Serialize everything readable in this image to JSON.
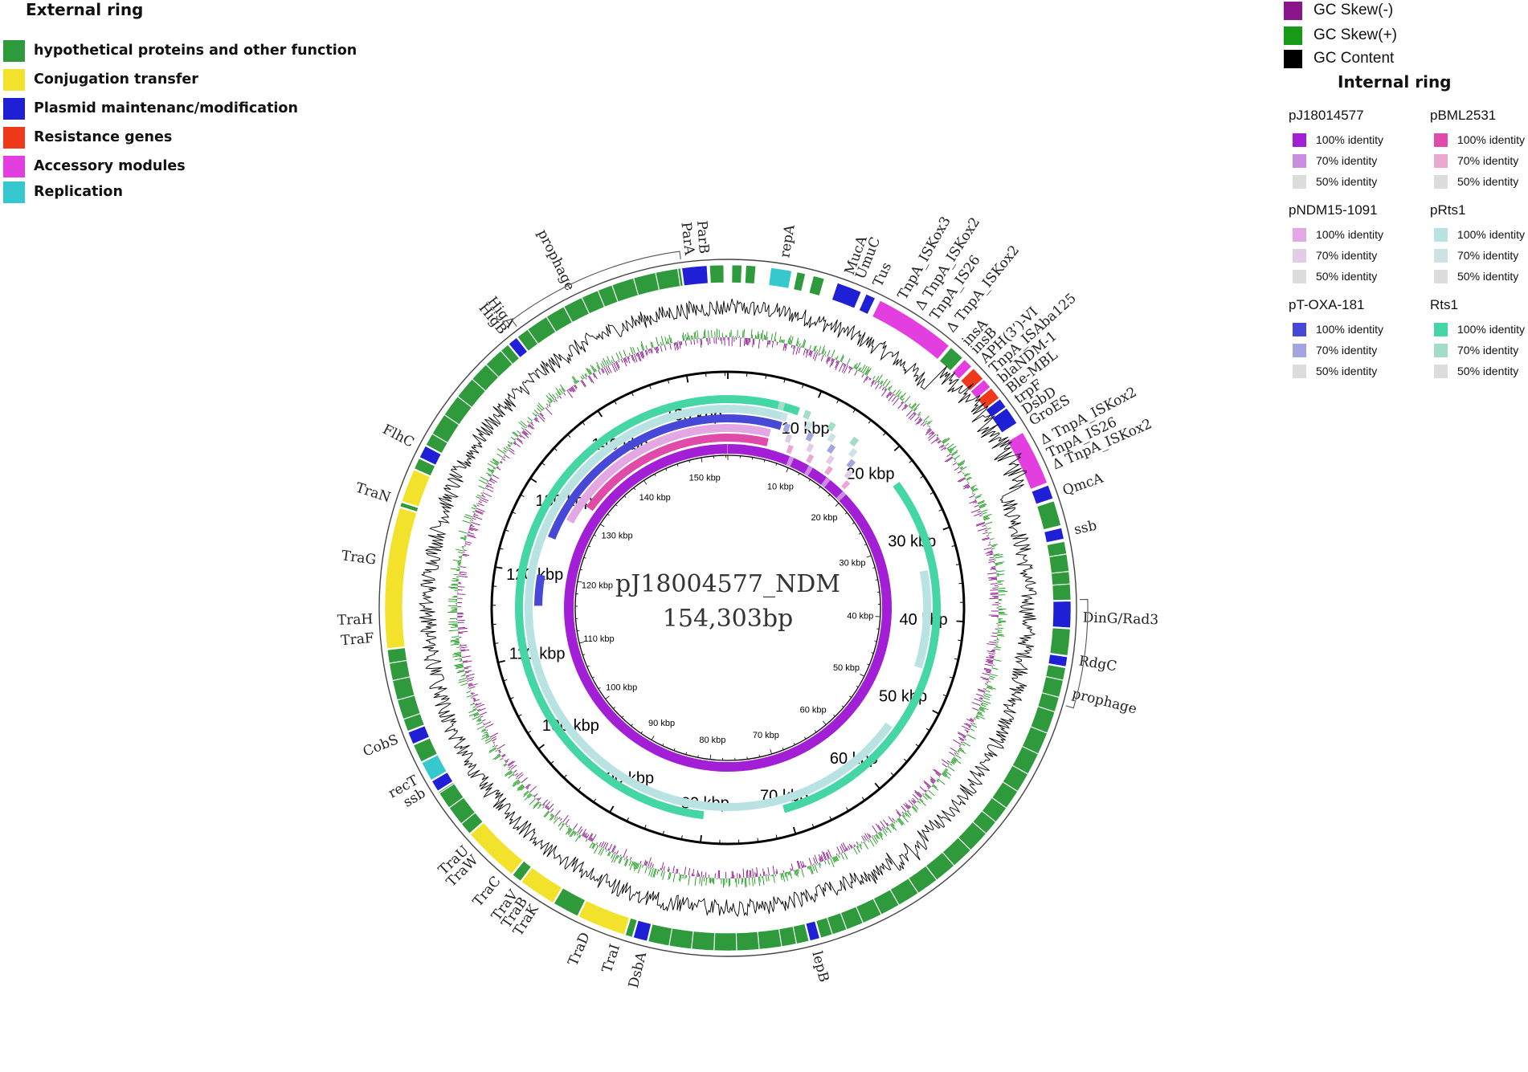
{
  "title": {
    "name": "pJ18004577_NDM",
    "length": "154,303bp"
  },
  "legend_external": {
    "header": "External ring",
    "items": [
      {
        "label": "hypothetical proteins and other function",
        "color": "#2e9a3c"
      },
      {
        "label": "Conjugation transfer",
        "color": "#f2e22c"
      },
      {
        "label": "Plasmid maintenanc/modification",
        "color": "#1f1fd6"
      },
      {
        "label": "Resistance genes",
        "color": "#ee3a1a"
      },
      {
        "label": "Accessory modules",
        "color": "#e33fe0"
      },
      {
        "label": "Replication",
        "color": "#35c8cd"
      }
    ]
  },
  "legend_gc": [
    {
      "label": "GC Skew(-)",
      "color": "#8b168b"
    },
    {
      "label": "GC Skew(+)",
      "color": "#179a17"
    },
    {
      "label": "GC Content",
      "color": "#000000"
    }
  ],
  "legend_internal": {
    "header": "Internal ring",
    "blocks": [
      {
        "name": "pJ18014577",
        "colors": [
          "#a21fd6",
          "#c98ee0",
          "#dcdcdc"
        ],
        "rows": [
          "100% identity",
          "70% identity",
          "50% identity"
        ]
      },
      {
        "name": "pBML2531",
        "colors": [
          "#e04aa8",
          "#e8a8cf",
          "#dcdcdc"
        ],
        "rows": [
          "100% identity",
          "70% identity",
          "50% identity"
        ]
      },
      {
        "name": "pNDM15-1091",
        "colors": [
          "#e3a8e3",
          "#e3cce6",
          "#dcdcdc"
        ],
        "rows": [
          "100% identity",
          "70% identity",
          "50% identity"
        ]
      },
      {
        "name": "pRts1",
        "colors": [
          "#b9e3e3",
          "#cde3e3",
          "#dcdcdc"
        ],
        "rows": [
          "100% identity",
          "70% identity",
          "50% identity"
        ]
      },
      {
        "name": "pT-OXA-181",
        "colors": [
          "#4848d8",
          "#a4a4e0",
          "#dcdcdc"
        ],
        "rows": [
          "100% identity",
          "70% identity",
          "50% identity"
        ]
      },
      {
        "name": "Rts1",
        "colors": [
          "#44d6a4",
          "#a4dcc8",
          "#dcdcdc"
        ],
        "rows": [
          "100% identity",
          "70% identity",
          "50% identity"
        ]
      }
    ]
  },
  "ruler_labels": [
    "10 kbp",
    "20 kbp",
    "30 kbp",
    "40 kbp",
    "50 kbp",
    "60 kbp",
    "70 kbp",
    "80 kbp",
    "90 kbp",
    "100 kbp",
    "110 kbp",
    "120 kbp",
    "130 kbp",
    "140 kbp",
    "150 kbp"
  ],
  "inner_ruler_labels": [
    "10 kbp",
    "20 kbp",
    "30 kbp",
    "40 kbp",
    "50 kbp",
    "60 kbp",
    "70 kbp",
    "80 kbp",
    "90 kbp",
    "100 kbp",
    "110 kbp",
    "120 kbp",
    "130 kbp",
    "140 kbp",
    "150 kbp"
  ],
  "gene_labels": [
    {
      "text": "repA",
      "kbp": 4.0
    },
    {
      "text": "MucA",
      "kbp": 8.6
    },
    {
      "text": "UmuC",
      "kbp": 9.4
    },
    {
      "text": "Tus",
      "kbp": 10.7
    },
    {
      "text": "TnpA_ISKox3",
      "kbp": 12.6
    },
    {
      "text": "Δ TnpA_ISKox2",
      "kbp": 14.0
    },
    {
      "text": "TnpA_IS26",
      "kbp": 15.2
    },
    {
      "text": "Δ TnpA_ISKox2",
      "kbp": 16.6
    },
    {
      "text": "insA",
      "kbp": 18.0
    },
    {
      "text": "insB",
      "kbp": 18.8
    },
    {
      "text": "APH(3’)-VI",
      "kbp": 19.7
    },
    {
      "text": "TnpA_ISAba125",
      "kbp": 20.6
    },
    {
      "text": "blaNDM-1",
      "kbp": 21.5
    },
    {
      "text": "Ble-MBL",
      "kbp": 22.4
    },
    {
      "text": "trpF",
      "kbp": 23.3
    },
    {
      "text": "DsbD",
      "kbp": 24.2
    },
    {
      "text": "GroES",
      "kbp": 25.1
    },
    {
      "text": "Δ TnpA_ISKox2",
      "kbp": 26.6
    },
    {
      "text": "TnpA_IS26",
      "kbp": 27.6
    },
    {
      "text": "Δ TnpA_ISKox2",
      "kbp": 28.5
    },
    {
      "text": "QmcA",
      "kbp": 30.4
    },
    {
      "text": "ssb",
      "kbp": 33.2
    },
    {
      "text": "DinG/Rad3",
      "kbp": 39.3
    },
    {
      "text": "RdgC",
      "kbp": 42.3
    },
    {
      "text": "prophage",
      "kbp": 44.6
    },
    {
      "text": "lepB",
      "kbp": 71.0
    },
    {
      "text": "DsbA",
      "kbp": 83.1
    },
    {
      "text": "TraI",
      "kbp": 85.0
    },
    {
      "text": "TraD",
      "kbp": 87.2
    },
    {
      "text": "TraK",
      "kbp": 91.2
    },
    {
      "text": "TraB",
      "kbp": 92.1
    },
    {
      "text": "TraV",
      "kbp": 92.9
    },
    {
      "text": "TraC",
      "kbp": 94.4
    },
    {
      "text": "TraW",
      "kbp": 96.5
    },
    {
      "text": "TraU",
      "kbp": 97.4
    },
    {
      "text": "ssb",
      "kbp": 102.3
    },
    {
      "text": "recT",
      "kbp": 103.3
    },
    {
      "text": "CobS",
      "kbp": 106.4
    },
    {
      "text": "TraF",
      "kbp": 113.6
    },
    {
      "text": "TraH",
      "kbp": 114.9
    },
    {
      "text": "TraG",
      "kbp": 119.0
    },
    {
      "text": "TraN",
      "kbp": 123.4
    },
    {
      "text": "FlhC",
      "kbp": 127.5
    },
    {
      "text": "HigB",
      "kbp": 137.5
    },
    {
      "text": "HigA",
      "kbp": 138.2
    },
    {
      "text": "prophage",
      "kbp": 143.0
    },
    {
      "text": "ParA",
      "kbp": 151.6
    },
    {
      "text": "ParB",
      "kbp": 152.6
    }
  ],
  "feature_blocks": [
    {
      "start": 0.3,
      "end": 1.0,
      "cat": "other"
    },
    {
      "start": 1.3,
      "end": 2.0,
      "cat": "other"
    },
    {
      "start": 3.1,
      "end": 4.6,
      "cat": "replication"
    },
    {
      "start": 5.0,
      "end": 5.6,
      "cat": "other"
    },
    {
      "start": 6.2,
      "end": 7.0,
      "cat": "other"
    },
    {
      "start": 8.0,
      "end": 9.8,
      "cat": "plasmid"
    },
    {
      "start": 10.2,
      "end": 10.9,
      "cat": "plasmid"
    },
    {
      "start": 11.3,
      "end": 17.2,
      "cat": "accessory"
    },
    {
      "start": 17.4,
      "end": 18.5,
      "cat": "other"
    },
    {
      "start": 18.7,
      "end": 19.4,
      "cat": "accessory"
    },
    {
      "start": 19.6,
      "end": 20.6,
      "cat": "resistance"
    },
    {
      "start": 20.7,
      "end": 21.4,
      "cat": "accessory"
    },
    {
      "start": 21.5,
      "end": 22.4,
      "cat": "resistance"
    },
    {
      "start": 22.5,
      "end": 23.2,
      "cat": "plasmid"
    },
    {
      "start": 23.3,
      "end": 24.6,
      "cat": "plasmid"
    },
    {
      "start": 25.4,
      "end": 29.4,
      "cat": "accessory"
    },
    {
      "start": 29.6,
      "end": 30.6,
      "cat": "plasmid"
    },
    {
      "start": 30.8,
      "end": 32.6,
      "cat": "other"
    },
    {
      "start": 32.8,
      "end": 33.6,
      "cat": "plasmid"
    },
    {
      "start": 33.8,
      "end": 38.0,
      "cat": "other"
    },
    {
      "start": 38.1,
      "end": 40.0,
      "cat": "plasmid"
    },
    {
      "start": 40.1,
      "end": 42.0,
      "cat": "other"
    },
    {
      "start": 42.1,
      "end": 42.8,
      "cat": "plasmid"
    },
    {
      "start": 42.9,
      "end": 70.4,
      "cat": "other"
    },
    {
      "start": 70.5,
      "end": 71.2,
      "cat": "plasmid"
    },
    {
      "start": 71.3,
      "end": 82.9,
      "cat": "other"
    },
    {
      "start": 83.0,
      "end": 84.0,
      "cat": "plasmid"
    },
    {
      "start": 84.1,
      "end": 84.6,
      "cat": "other"
    },
    {
      "start": 84.7,
      "end": 88.2,
      "cat": "conjugation"
    },
    {
      "start": 88.3,
      "end": 90.2,
      "cat": "other"
    },
    {
      "start": 90.3,
      "end": 93.0,
      "cat": "conjugation"
    },
    {
      "start": 93.1,
      "end": 93.8,
      "cat": "other"
    },
    {
      "start": 93.9,
      "end": 98.0,
      "cat": "conjugation"
    },
    {
      "start": 98.1,
      "end": 101.8,
      "cat": "other"
    },
    {
      "start": 101.9,
      "end": 102.7,
      "cat": "plasmid"
    },
    {
      "start": 102.8,
      "end": 104.2,
      "cat": "replication"
    },
    {
      "start": 104.3,
      "end": 105.6,
      "cat": "other"
    },
    {
      "start": 105.7,
      "end": 106.6,
      "cat": "plasmid"
    },
    {
      "start": 106.7,
      "end": 112.7,
      "cat": "other"
    },
    {
      "start": 112.8,
      "end": 123.0,
      "cat": "conjugation"
    },
    {
      "start": 123.1,
      "end": 123.4,
      "cat": "other"
    },
    {
      "start": 123.5,
      "end": 125.9,
      "cat": "conjugation"
    },
    {
      "start": 126.0,
      "end": 126.8,
      "cat": "other"
    },
    {
      "start": 126.9,
      "end": 127.8,
      "cat": "plasmid"
    },
    {
      "start": 127.9,
      "end": 137.2,
      "cat": "other"
    },
    {
      "start": 137.3,
      "end": 138.0,
      "cat": "plasmid"
    },
    {
      "start": 138.1,
      "end": 150.9,
      "cat": "other"
    },
    {
      "start": 151.0,
      "end": 152.8,
      "cat": "plasmid"
    },
    {
      "start": 153.0,
      "end": 154.0,
      "cat": "other"
    }
  ],
  "identity_rings": [
    {
      "name": "Rts1",
      "color": "#44d6a4",
      "light": "#a4dcc8",
      "arcs": [
        [
          0,
          8.5
        ],
        [
          23,
          70.5
        ],
        [
          80,
          154.3
        ]
      ]
    },
    {
      "name": "pRts1",
      "color": "#b9e3e3",
      "light": "#cde3e3",
      "arcs": [
        [
          0,
          7.2
        ],
        [
          34,
          46
        ],
        [
          54,
          154.3
        ]
      ]
    },
    {
      "name": "pT-OXA-181",
      "color": "#4848d8",
      "light": "#a4a4e0",
      "arcs": [
        [
          0,
          7.0
        ],
        [
          116,
          120
        ],
        [
          125,
          154.3
        ]
      ]
    },
    {
      "name": "pNDM15-1091",
      "color": "#e3a8e3",
      "light": "#e3cce6",
      "arcs": [
        [
          0,
          5.8
        ],
        [
          128,
          154.3
        ]
      ]
    },
    {
      "name": "pBML2531",
      "color": "#e04aa8",
      "light": "#e8a8cf",
      "arcs": [
        [
          0,
          5.8
        ],
        [
          131,
          154.3
        ]
      ]
    },
    {
      "name": "pJ18014577",
      "color": "#a21fd6",
      "light": "#c98ee0",
      "arcs": [
        [
          0,
          154.3
        ]
      ]
    }
  ],
  "genome_length_kbp": 154.303
}
